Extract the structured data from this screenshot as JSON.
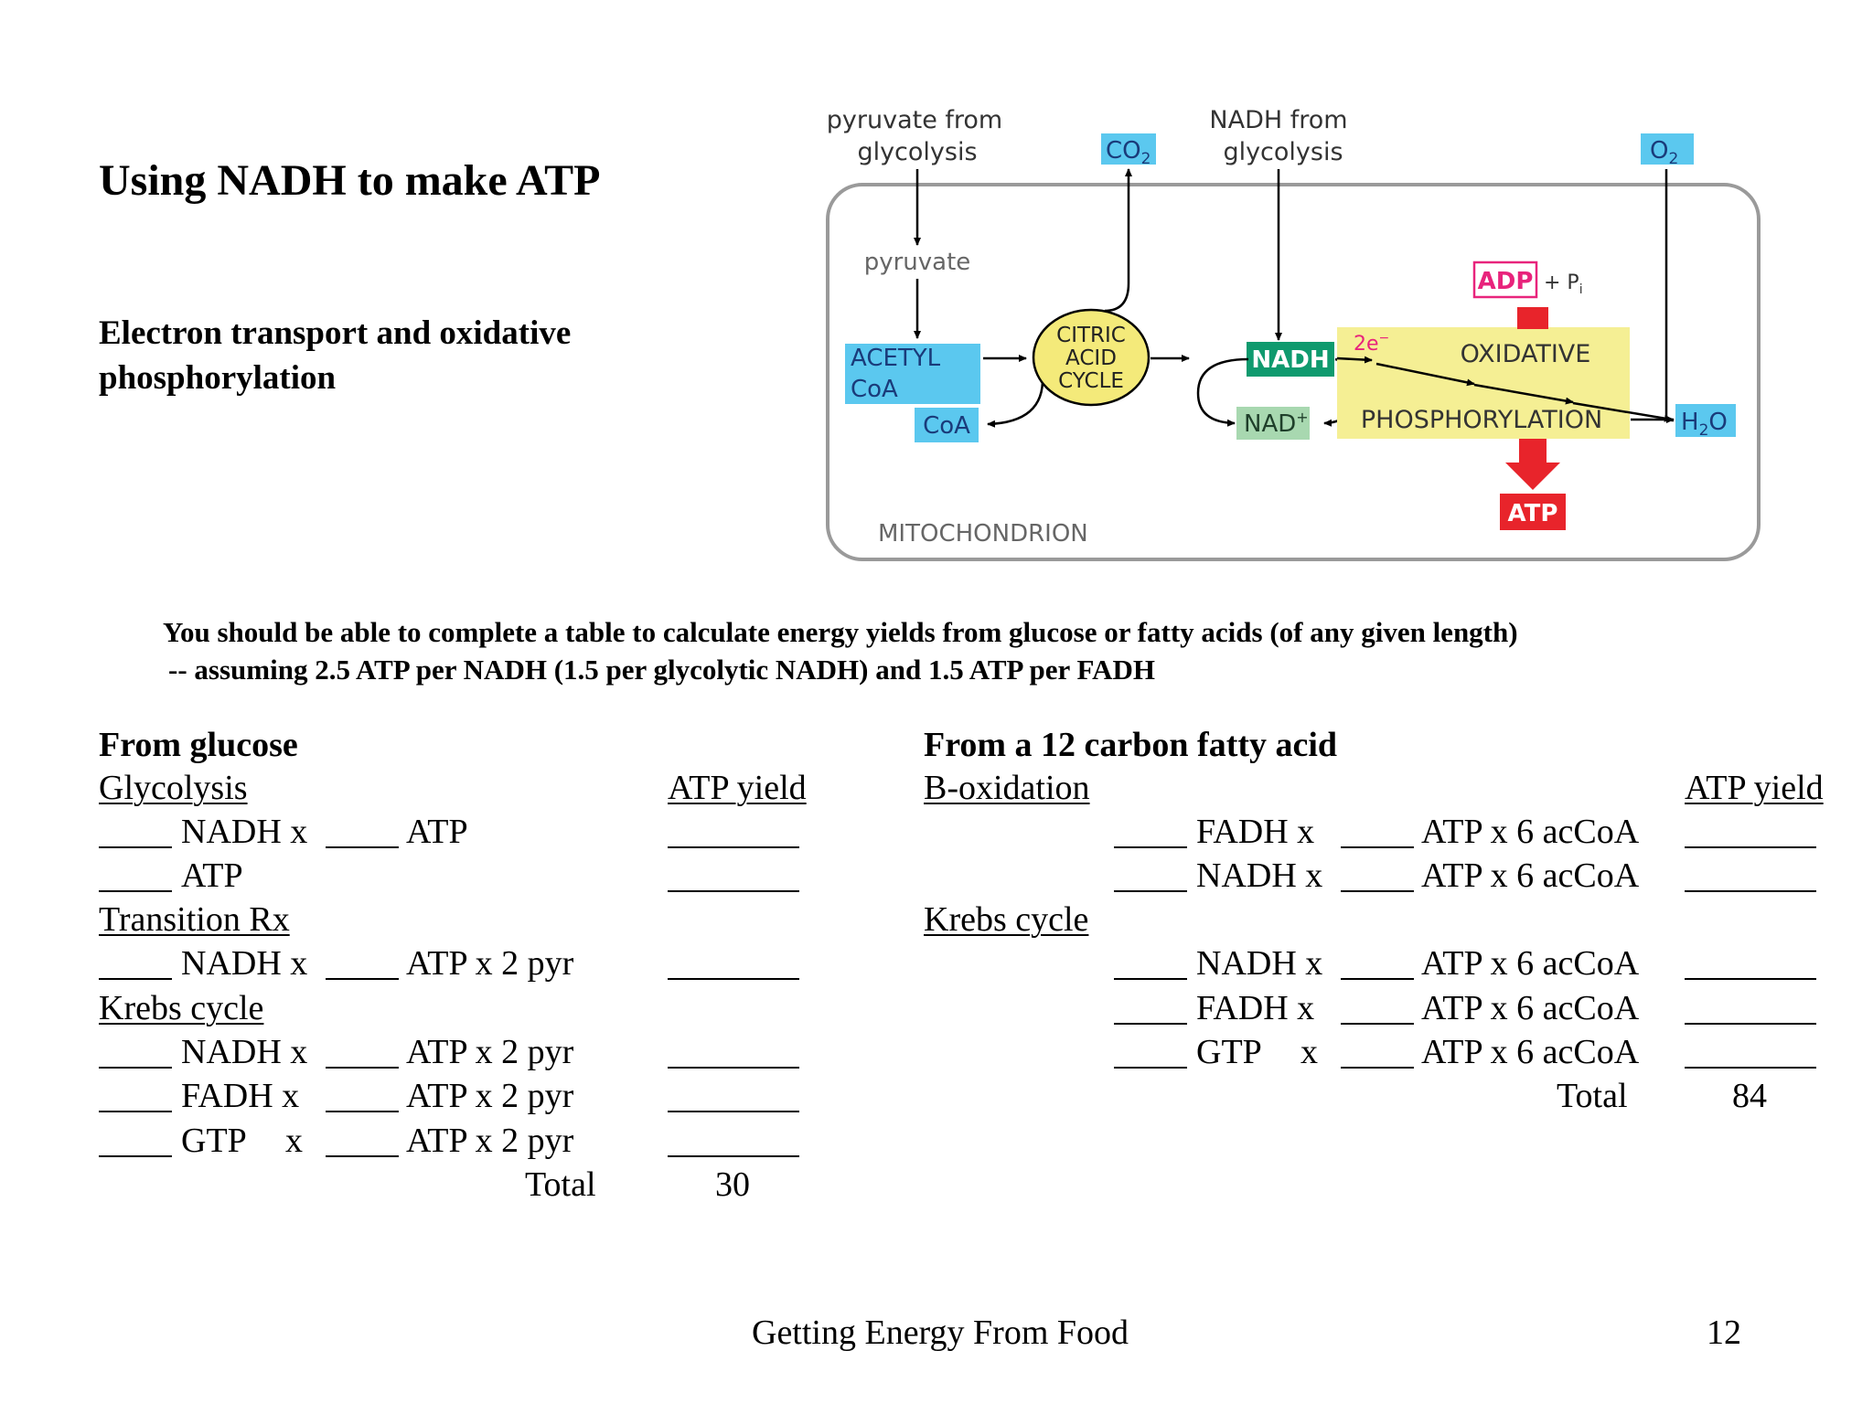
{
  "title": "Using NADH to make ATP",
  "subtitle_line1": "Electron transport and oxidative",
  "subtitle_line2": "phosphorylation",
  "diagram": {
    "pyruvate_from_line1": "pyruvate from",
    "pyruvate_from_line2": "glycolysis",
    "co2": "CO",
    "co2_sub": "2",
    "nadh_from_line1": "NADH from",
    "nadh_from_line2": "glycolysis",
    "o2": "O",
    "o2_sub": "2",
    "pyruvate": "pyruvate",
    "acetyl": "ACETYL",
    "acetyl_coa": "CoA",
    "coa": "CoA",
    "citric_line1": "CITRIC",
    "citric_line2": "ACID",
    "citric_line3": "CYCLE",
    "nadh": "NADH",
    "nad": "NAD",
    "nad_sup": "+",
    "two_e": "2e",
    "two_e_sup": "−",
    "adp": "ADP",
    "plus_pi": "+ P",
    "pi_sub": "i",
    "oxidative": "OXIDATIVE",
    "phosphorylation": "PHOSPHORYLATION",
    "h2o_h": "H",
    "h2o_sub": "2",
    "h2o_o": "O",
    "atp": "ATP",
    "mitochondrion": "MITOCHONDRION",
    "colors": {
      "blue": "#5bc8ef",
      "yellow": "#f5ef94",
      "circle": "#f4ea7a",
      "green": "#0f9a6e",
      "nad_green": "#a8d8b0",
      "red": "#e8242b",
      "magenta": "#e8247c"
    }
  },
  "intro_line1": "You should be able to complete a table to calculate energy yields from glucose or fatty acids (of any given length)",
  "intro_line2": "-- assuming  2.5 ATP per NADH (1.5 per glycolytic NADH) and 1.5 ATP per FADH",
  "glucose": {
    "heading": "From glucose",
    "glycolysis": "Glycolysis",
    "atp_yield": "ATP yield",
    "nadh_x": "NADH x",
    "atp": "ATP",
    "atp_x_2_pyr": "ATP x 2 pyr",
    "transition": "Transition Rx",
    "krebs": "Krebs cycle",
    "fadh_x": "FADH x",
    "gtp": "GTP",
    "x": "x",
    "total_label": "Total",
    "total_value": "30"
  },
  "fatty": {
    "heading": "From a 12 carbon fatty acid",
    "boxidation": "B-oxidation",
    "atp_yield": "ATP yield",
    "fadh_x": "FADH x",
    "nadh_x": "NADH x",
    "atp_x_6_accoa": "ATP x 6 acCoA",
    "krebs": "Krebs cycle",
    "gtp": "GTP",
    "x": "x",
    "total_label": "Total",
    "total_value": "84"
  },
  "footer": {
    "text": "Getting Energy From Food",
    "page": "12"
  }
}
